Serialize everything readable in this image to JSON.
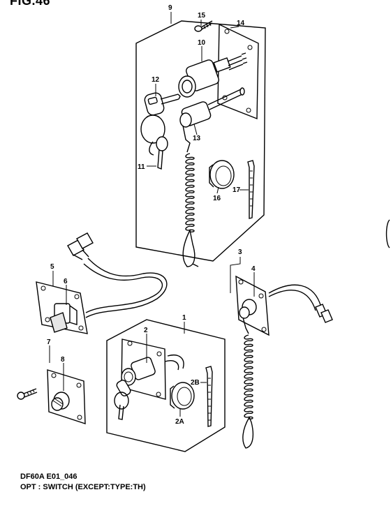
{
  "figure_title": "FIG.46",
  "caption_code": "DF60A E01_046",
  "caption_desc": "OPT : SWITCH (EXCEPT:TYPE:TH)",
  "callouts": {
    "c1": "1",
    "c2": "2",
    "c2a": "2A",
    "c2b": "2B",
    "c3": "3",
    "c4": "4",
    "c5": "5",
    "c6": "6",
    "c7": "7",
    "c8": "8",
    "c9": "9",
    "c10": "10",
    "c11": "11",
    "c12": "12",
    "c13": "13",
    "c14": "14",
    "c15": "15",
    "c16": "16",
    "c17": "17"
  }
}
